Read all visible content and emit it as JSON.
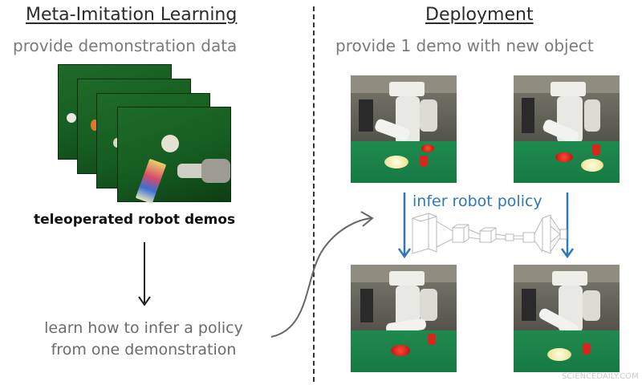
{
  "left_panel": {
    "heading": "Meta-Imitation Learning",
    "subheading": "provide demonstration data",
    "demos_label": "teleoperated robot demos",
    "description_lines": [
      "learn how to infer a policy",
      "from one demonstration"
    ]
  },
  "right_panel": {
    "heading": "Deployment",
    "subheading": "provide 1 demo with new object",
    "policy_label": "infer robot policy"
  },
  "watermark": "SCIENCEDAILY.COM",
  "colors": {
    "arrow_blue": "#2f78b7",
    "table_green": "#1f8a4e",
    "demo_green": "#155c20"
  }
}
